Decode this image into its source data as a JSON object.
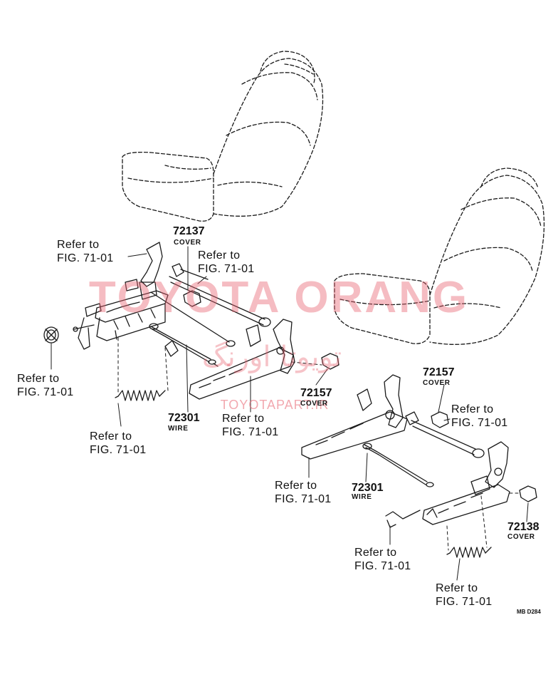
{
  "watermark": {
    "latin": "TOYOTA ORANG",
    "persian": "تویوتا اورنگ",
    "url": "TOYOTAPART.IR"
  },
  "drawing_code": "MB D284",
  "callouts": [
    {
      "id": "refer-left-upper",
      "text": "Refer to\nFIG. 71-01"
    },
    {
      "id": "refer-center-upper",
      "text": "Refer to\nFIG. 71-01"
    },
    {
      "id": "refer-left-cap",
      "text": "Refer to\nFIG. 71-01"
    },
    {
      "id": "refer-left-spring",
      "text": "Refer to\nFIG. 71-01"
    },
    {
      "id": "refer-left-rail",
      "text": "Refer to\nFIG. 71-01"
    },
    {
      "id": "refer-right-upper",
      "text": "Refer to\nFIG. 71-01"
    },
    {
      "id": "refer-right-rail",
      "text": "Refer to\nFIG. 71-01"
    },
    {
      "id": "refer-right-lever",
      "text": "Refer to\nFIG. 71-01"
    },
    {
      "id": "refer-right-spring",
      "text": "Refer to\nFIG. 71-01"
    }
  ],
  "parts": [
    {
      "id": "p72137",
      "number": "72137",
      "name": "COVER"
    },
    {
      "id": "p72301-left",
      "number": "72301",
      "name": "WIRE"
    },
    {
      "id": "p72157-left",
      "number": "72157",
      "name": "COVER"
    },
    {
      "id": "p72157-right",
      "number": "72157",
      "name": "COVER"
    },
    {
      "id": "p72301-right",
      "number": "72301",
      "name": "WIRE"
    },
    {
      "id": "p72138",
      "number": "72138",
      "name": "COVER"
    }
  ]
}
